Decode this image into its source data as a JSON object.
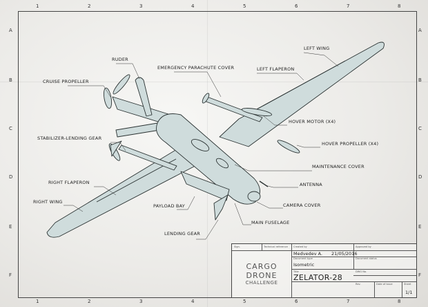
{
  "grid": {
    "columns": [
      "1",
      "2",
      "3",
      "4",
      "5",
      "6",
      "7",
      "8"
    ],
    "rows": [
      "A",
      "B",
      "C",
      "D",
      "E",
      "F"
    ]
  },
  "callouts": {
    "left_wing": "LEFT WING",
    "ruder": "RUDER",
    "emergency_parachute_cover": "EMERGENCY PARACHUTE COVER",
    "left_flaperon": "LEFT FLAPERON",
    "cruise_propeller": "CRUISE PROPELLER",
    "hover_motor": "HOVER MOTOR (X4)",
    "hover_propeller": "HOVER PROPELLER (X4)",
    "stabilizer_lending_gear": "STABILIZER-LENDING GEAR",
    "maintenance_cover": "MAINTENANCE COVER",
    "right_flaperon": "RIGHT FLAPERON",
    "antenna": "ANTENNA",
    "right_wing": "RIGHT WING",
    "payload_bay": "PAYLOAD BAY",
    "camera_cover": "CAMERA COVER",
    "main_fuselage": "MAIN FUSELAGE",
    "lending_gear": "LENDING GEAR"
  },
  "title_block": {
    "sign_caption": "Sign.",
    "technical_reference_caption": "Technical reference",
    "created_by_caption": "Created by",
    "approved_by_caption": "Approved by",
    "created_by": "Medvedev A.",
    "created_date": "21/05/2016",
    "document_type_caption": "Document type",
    "document_type": "Isometric",
    "document_status_caption": "Document status",
    "title_caption": "Title",
    "title": "ZELATOR-28",
    "dwg_no_caption": "DWG No.",
    "rev_caption": "Rev.",
    "date_of_issue_caption": "Date of issue",
    "sheet_caption": "Sheet",
    "sheet": "1/1",
    "logo_line1": "CARGO",
    "logo_line2": "DRONE",
    "logo_line3": "CHALLENGE"
  },
  "colors": {
    "drone_fill": "#cfdcdc",
    "drone_stroke": "#2a3232",
    "ink": "#222222"
  }
}
